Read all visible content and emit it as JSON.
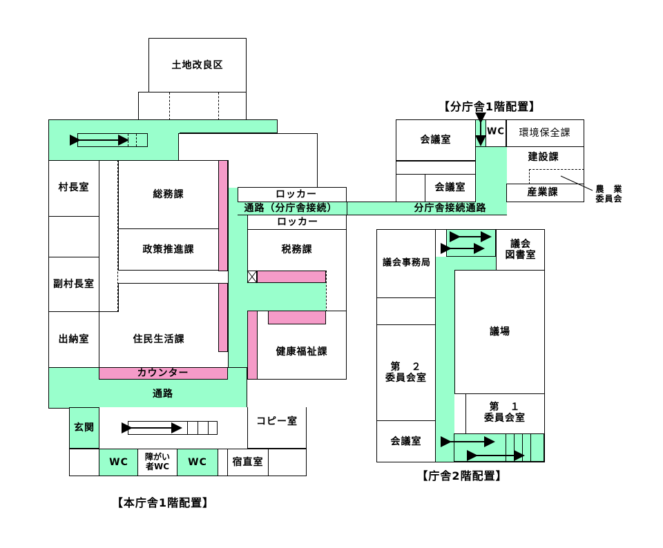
{
  "main_building": {
    "title": "【本庁舎1階配置】",
    "rooms": {
      "land": "土地改良区",
      "mayor": "村長室",
      "general_affairs": "総務課",
      "policy": "政策推進課",
      "vice_mayor": "副村長室",
      "treasurer": "出納室",
      "resident": "住民生活課",
      "counter": "カウンター",
      "passage": "通路",
      "locker_top": "ロッカー",
      "connecting_passage": "通路（分庁舎接続）",
      "locker_bottom": "ロッカー",
      "tax": "税務課",
      "health": "健康福祉課",
      "entrance": "玄関",
      "copy": "コピー室",
      "wc1": "WC",
      "accessible_wc": "障がい者WC",
      "wc2": "WC",
      "night_duty": "宿直室"
    }
  },
  "annex": {
    "title": "【分庁舎1階配置】",
    "rooms": {
      "meeting1": "会議室",
      "wc": "WC",
      "environment": "環境保全課",
      "construction": "建設課",
      "meeting2": "会議室",
      "industry": "産業課",
      "agri_committee": "農　業\n委員会",
      "connecting_passage": "分庁舎接続通路"
    }
  },
  "second_floor": {
    "title": "【庁舎2階配置】",
    "rooms": {
      "assembly_office": "議会事務局",
      "library": "議会\n図書室",
      "assembly_hall": "議場",
      "committee2": "第　２\n委員会室",
      "committee1": "第　１\n委員会室",
      "meeting": "会議室"
    }
  }
}
